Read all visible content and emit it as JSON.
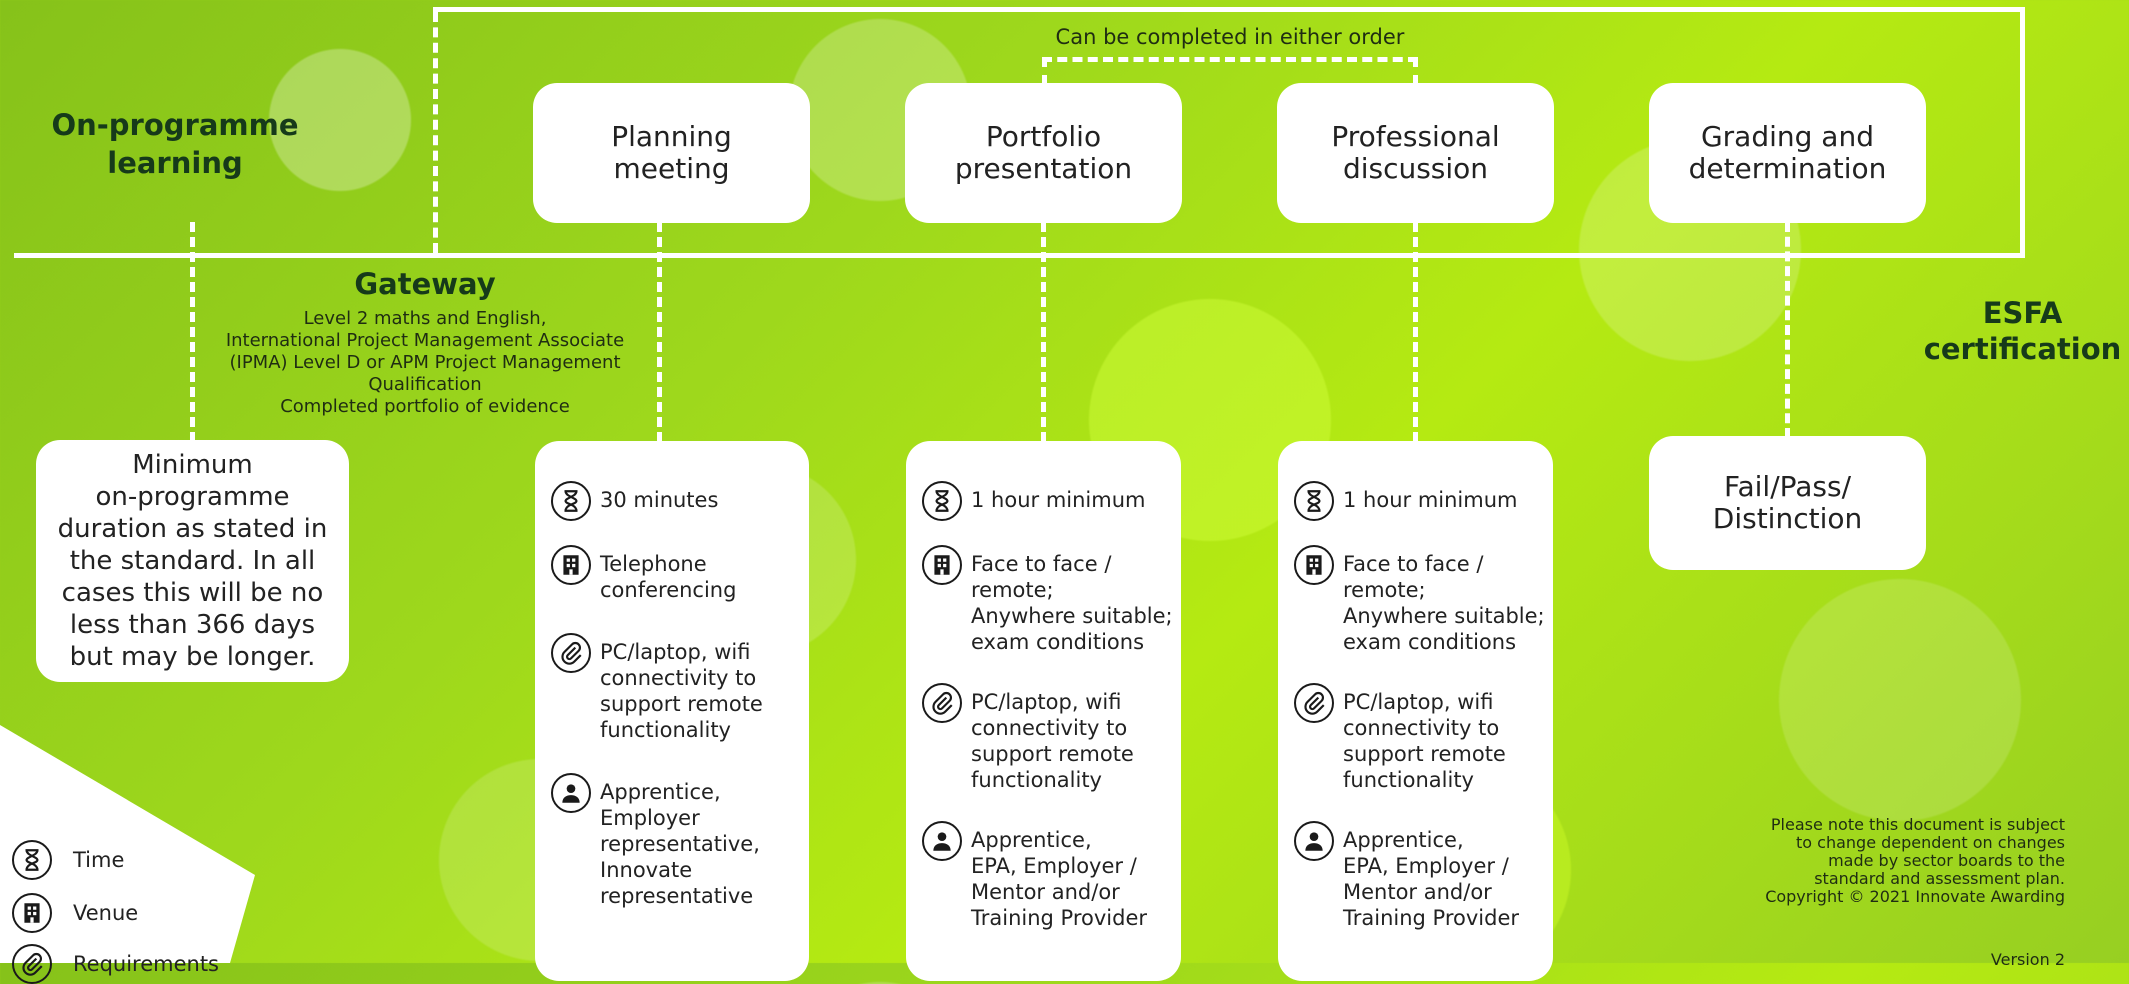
{
  "on_programme": "On-programme\nlearning",
  "gateway": {
    "title": "Gateway",
    "requirements": "Level 2 maths and English,\nInternational Project Management Associate\n(IPMA) Level D or APM Project Management\nQualification\nCompleted portfolio of evidence"
  },
  "esfa": "ESFA\ncertification",
  "order_note": "Can be completed in either order",
  "minimum_box": "Minimum\non-programme\nduration as stated in\nthe standard. In all\ncases this will be no\nless than 366 days\nbut may be longer.",
  "stages": [
    {
      "title": "Planning\nmeeting",
      "details": [
        {
          "icon": "hourglass-icon",
          "text": "30 minutes"
        },
        {
          "icon": "building-icon",
          "text": "Telephone\nconferencing"
        },
        {
          "icon": "paperclip-icon",
          "text": "PC/laptop, wifi\nconnectivity to\nsupport remote\nfunctionality"
        },
        {
          "icon": "person-icon",
          "text": "Apprentice,\nEmployer\nrepresentative,\nInnovate\nrepresentative"
        }
      ]
    },
    {
      "title": "Portfolio\npresentation",
      "details": [
        {
          "icon": "hourglass-icon",
          "text": "1 hour minimum"
        },
        {
          "icon": "building-icon",
          "text": "Face to face /\nremote;\nAnywhere suitable;\nexam conditions"
        },
        {
          "icon": "paperclip-icon",
          "text": "PC/laptop, wifi\nconnectivity to\nsupport remote\nfunctionality"
        },
        {
          "icon": "person-icon",
          "text": "Apprentice,\nEPA, Employer /\nMentor and/or\nTraining Provider"
        }
      ]
    },
    {
      "title": "Professional\ndiscussion",
      "details": [
        {
          "icon": "hourglass-icon",
          "text": "1 hour minimum"
        },
        {
          "icon": "building-icon",
          "text": "Face to face /\nremote;\nAnywhere suitable;\nexam conditions"
        },
        {
          "icon": "paperclip-icon",
          "text": "PC/laptop, wifi\nconnectivity to\nsupport remote\nfunctionality"
        },
        {
          "icon": "person-icon",
          "text": "Apprentice,\nEPA, Employer /\nMentor and/or\nTraining Provider"
        }
      ]
    },
    {
      "title": "Grading and\ndetermination",
      "result": "Fail/Pass/\nDistinction"
    }
  ],
  "legend": [
    {
      "icon": "hourglass-icon",
      "label": "Time"
    },
    {
      "icon": "building-icon",
      "label": "Venue"
    },
    {
      "icon": "paperclip-icon",
      "label": "Requirements"
    }
  ],
  "disclaimer": "Please note this document is subject\nto change dependent on changes\nmade by sector boards to the\nstandard and assessment plan.\nCopyright © 2021 Innovate Awarding",
  "version": "Version 2",
  "colors": {
    "background": "#9ed81c",
    "heading": "#163a1a",
    "box": "#ffffff"
  }
}
